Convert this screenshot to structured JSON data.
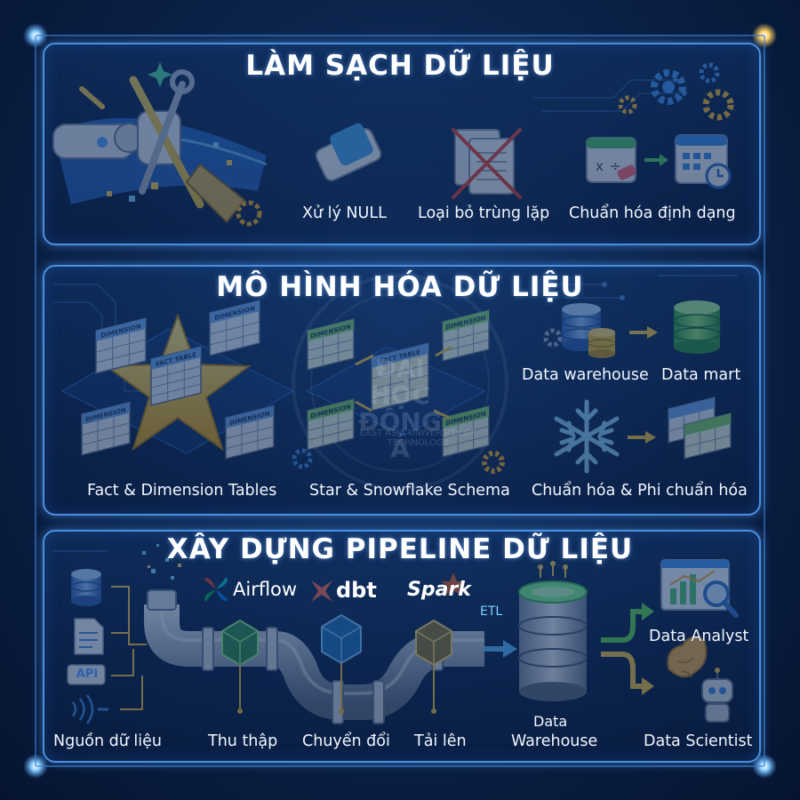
{
  "panel_cleaning": {
    "title": "LÀM SẠCH DỮ LIỆU",
    "items": [
      {
        "label": "Xử lý NULL",
        "icon": "eraser-icon"
      },
      {
        "label": "Loại bỏ trùng lặp",
        "icon": "crossed-documents-icon"
      },
      {
        "label": "Chuẩn hóa định dạng",
        "icon": "calendar-convert-icon"
      }
    ],
    "hero_icon": "robot-arm-broom-icon"
  },
  "panel_modeling": {
    "title": "MÔ HÌNH HÓA DỮ LIỆU",
    "star_schema": {
      "center_label": "FACT TABLE",
      "dimension_label": "DIMENSION",
      "caption": "Fact & Dimension Tables"
    },
    "snowflake_schema": {
      "center_label": "FACT TABLE",
      "dimension_label": "DIMENSION",
      "caption": "Star & Snowflake Schema"
    },
    "warehouse_flow": {
      "from": "Data warehouse",
      "to": "Data mart"
    },
    "normalization": {
      "caption": "Chuẩn hóa & Phi chuẩn hóa",
      "icon": "snowflake-icon"
    },
    "watermark": {
      "line1": "ĐẠI HỌC",
      "line2": "ĐÔNG Á",
      "line3": "EAST ASIA UNIVERSITY OF TECHNOLOGY"
    }
  },
  "panel_pipeline": {
    "title": "XÂY DỰNG PIPELINE DỮ LIỆU",
    "sources": {
      "api_label": "API",
      "caption": "Nguồn dữ liệu"
    },
    "tools": [
      {
        "name": "Airflow",
        "color": "#7bd3ff"
      },
      {
        "name": "dbt",
        "color": "#ff694b"
      },
      {
        "name": "Spark",
        "color": "#e25a1c"
      }
    ],
    "etl_label": "ETL",
    "stages": [
      "Thu thập",
      "Chuyển đổi",
      "Tải lên"
    ],
    "warehouse": {
      "line1": "Data",
      "line2": "Warehouse"
    },
    "outputs": [
      "Data Analyst",
      "Data Scientist"
    ]
  },
  "colors": {
    "background": "#0b2147",
    "panel_border": "#4a90e0",
    "accent_green": "#5fd34a",
    "accent_yellow": "#f5c542",
    "star": "#f6c933"
  }
}
